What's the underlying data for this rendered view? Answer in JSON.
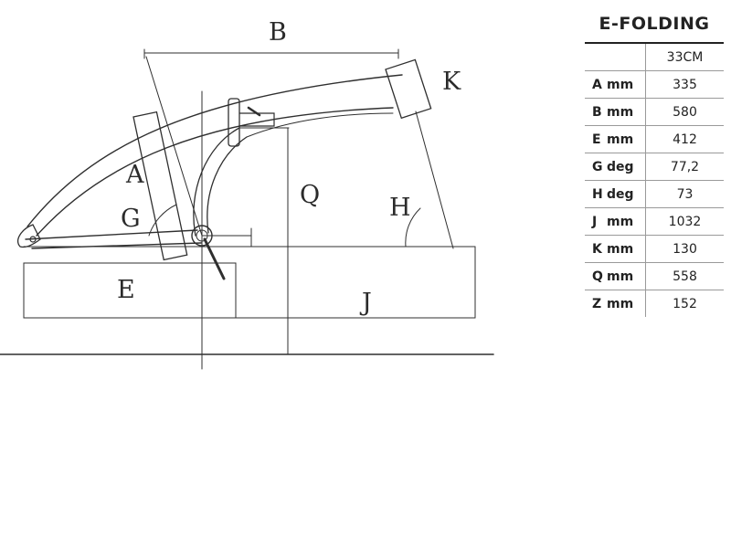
{
  "diagram": {
    "labels": {
      "A": "A",
      "B": "B",
      "E": "E",
      "G": "G",
      "H": "H",
      "J": "J",
      "K": "K",
      "Q": "Q"
    }
  },
  "table": {
    "title": "E-FOLDING",
    "size": "33CM",
    "rows": [
      {
        "param": "A",
        "unit": "mm",
        "value": "335"
      },
      {
        "param": "B",
        "unit": "mm",
        "value": "580"
      },
      {
        "param": "E",
        "unit": "mm",
        "value": "412"
      },
      {
        "param": "G",
        "unit": "deg",
        "value": "77,2"
      },
      {
        "param": "H",
        "unit": "deg",
        "value": "73"
      },
      {
        "param": "J",
        "unit": "mm",
        "value": "1032"
      },
      {
        "param": "K",
        "unit": "mm",
        "value": "130"
      },
      {
        "param": "Q",
        "unit": "mm",
        "value": "558"
      },
      {
        "param": "Z",
        "unit": "mm",
        "value": "152"
      }
    ]
  }
}
